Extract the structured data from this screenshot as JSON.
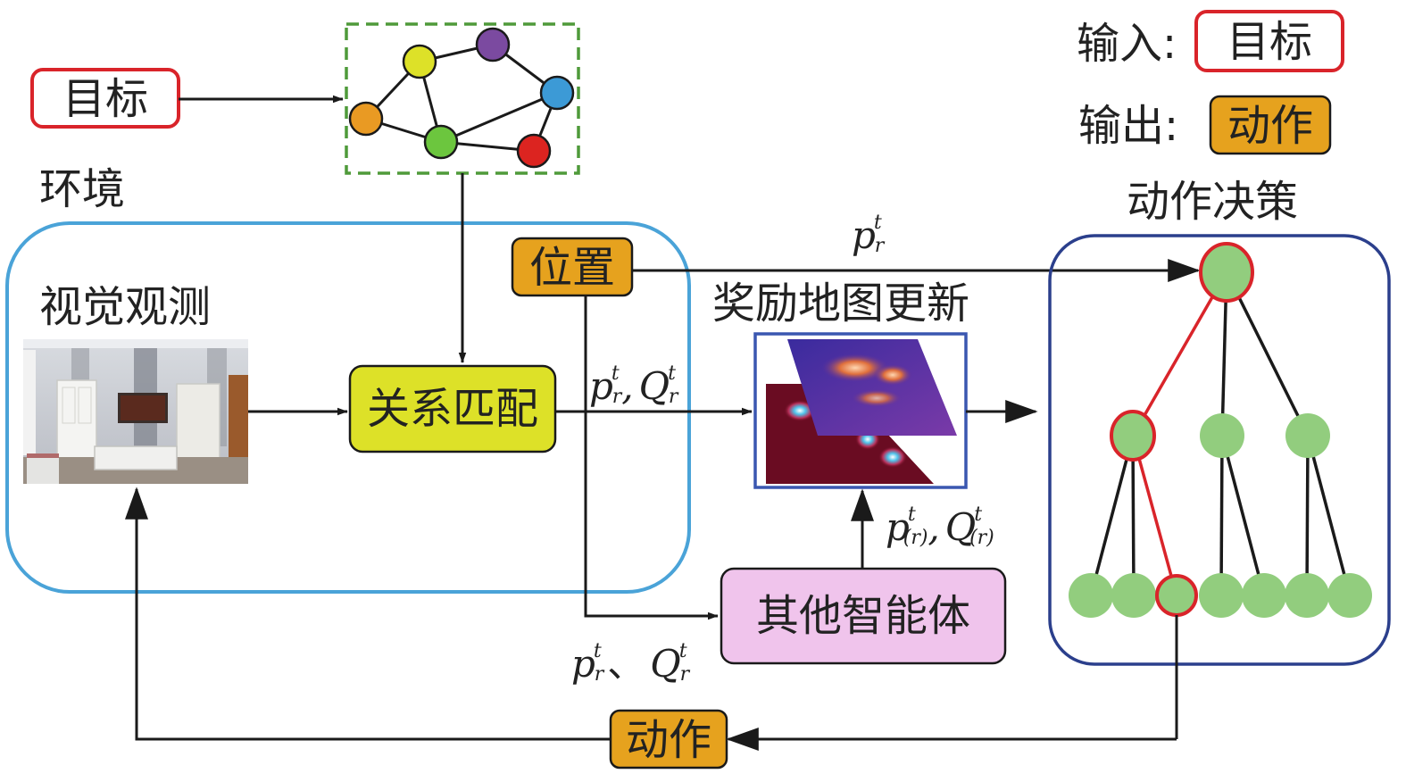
{
  "colors": {
    "target_border": "#d9242a",
    "action_fill": "#e6a21e",
    "match_fill": "#dde128",
    "agents_fill": "#f0c4ec",
    "env_border": "#4aa3d8",
    "tree_border": "#2b3f8c",
    "map_border": "#3a57b0",
    "node_green": "#92cd7e",
    "path_red": "#d9242a",
    "graph_dash": "#4f9a3a"
  },
  "legend": {
    "input_label": "输入:",
    "input_box": "目标",
    "output_label": "输出:",
    "output_box": "动作"
  },
  "labels": {
    "target": "目标",
    "environment": "环境",
    "visual_observation": "视觉观测",
    "position": "位置",
    "relation_matching": "关系匹配",
    "reward_map_update": "奖励地图更新",
    "other_agents": "其他智能体",
    "action_decision": "动作决策",
    "action": "动作"
  },
  "math": {
    "p_base": "p",
    "q_base": "Q",
    "sup_t": "t",
    "sub_r": "r",
    "sub_paren_r": "(r)",
    "comma": ",",
    "dun": "、"
  },
  "graph_nodes": [
    {
      "name": "graph-node-yellow",
      "color": "#dde128"
    },
    {
      "name": "graph-node-purple",
      "color": "#7b4aa0"
    },
    {
      "name": "graph-node-orange",
      "color": "#e99a23"
    },
    {
      "name": "graph-node-green",
      "color": "#6cc63e"
    },
    {
      "name": "graph-node-blue",
      "color": "#3c9ad6"
    },
    {
      "name": "graph-node-red",
      "color": "#dc2420"
    }
  ]
}
